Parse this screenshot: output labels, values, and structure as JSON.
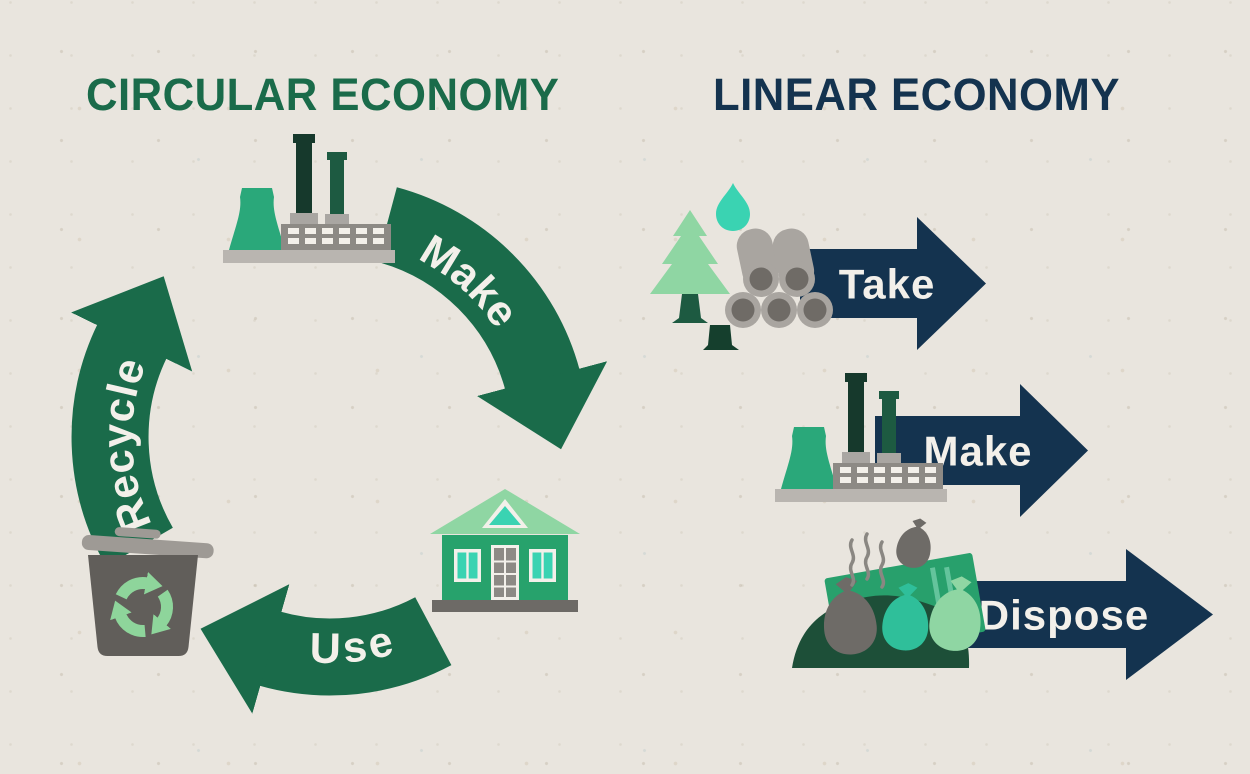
{
  "infographic": {
    "circular": {
      "title": "CIRCULAR ECONOMY",
      "labels": {
        "make": "Make",
        "use": "Use",
        "recycle": "Recycle"
      },
      "icons": [
        "factory-icon",
        "house-icon",
        "recycle-bin-icon"
      ]
    },
    "linear": {
      "title": "LINEAR ECONOMY",
      "steps": [
        {
          "label": "Take",
          "icon": "natural-resources-icon"
        },
        {
          "label": "Make",
          "icon": "factory-icon"
        },
        {
          "label": "Dispose",
          "icon": "waste-icon"
        }
      ]
    },
    "colors": {
      "paper": "#e9e5de",
      "dark_green": "#1a6b4a",
      "navy": "#14334f",
      "bright_green": "#2aa87a",
      "light_green": "#8fd6a3",
      "teal": "#3ad3b2",
      "label_text": "#f3f0ea"
    }
  }
}
